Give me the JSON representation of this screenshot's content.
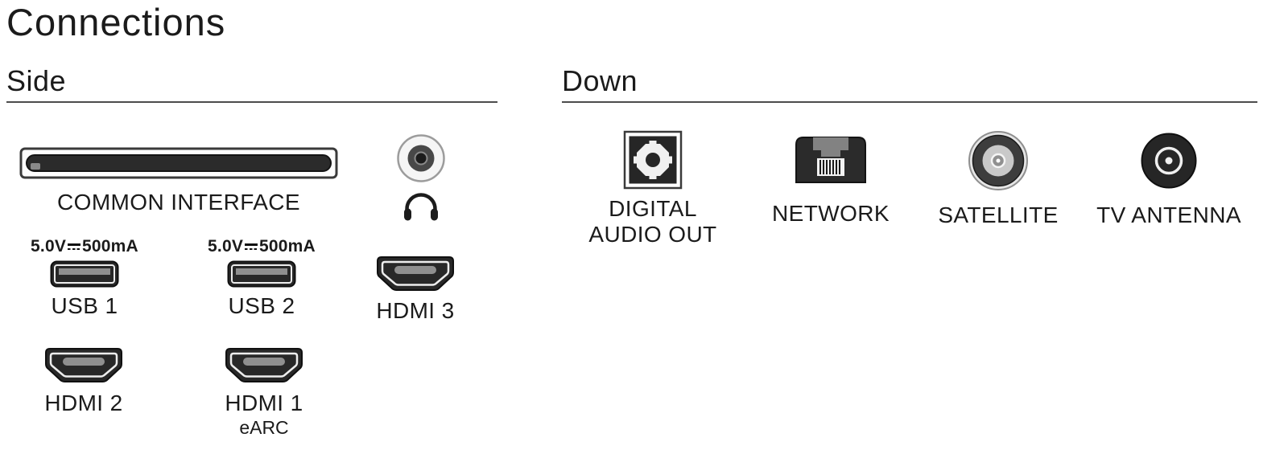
{
  "page": {
    "title": "Connections"
  },
  "sections": {
    "side": {
      "label": "Side"
    },
    "down": {
      "label": "Down"
    }
  },
  "side_ports": {
    "common_interface": {
      "label": "COMMON INTERFACE"
    },
    "usb1": {
      "power_voltage": "5.0V",
      "power_current": "500mA",
      "label": "USB 1"
    },
    "usb2": {
      "power_voltage": "5.0V",
      "power_current": "500mA",
      "label": "USB 2"
    },
    "hdmi3": {
      "label": "HDMI 3"
    },
    "hdmi2": {
      "label": "HDMI 2"
    },
    "hdmi1": {
      "label": "HDMI 1",
      "sublabel": "eARC"
    }
  },
  "down_ports": {
    "digital_audio_out": {
      "label_line1": "DIGITAL",
      "label_line2": "AUDIO OUT"
    },
    "network": {
      "label": "NETWORK"
    },
    "satellite": {
      "label": "SATELLITE"
    },
    "tv_antenna": {
      "label": "TV ANTENNA"
    }
  },
  "icons": {
    "common_interface": "ci-card-slot",
    "headphones": "headphones-jack",
    "usb": "usb-a-port",
    "hdmi": "hdmi-port",
    "digital_audio_out": "optical-toslink-port",
    "network": "rj45-ethernet-port",
    "satellite": "f-type-satellite-connector",
    "tv_antenna": "iec-coax-antenna-connector",
    "dc_power": "dc-voltage-symbol"
  },
  "colors": {
    "text": "#1b1b1b",
    "port_dark": "#282828",
    "port_outline": "#101010",
    "inner_highlight": "#ededed",
    "metal_gray": "#8f8f8f",
    "rule": "#4c4c4c"
  }
}
